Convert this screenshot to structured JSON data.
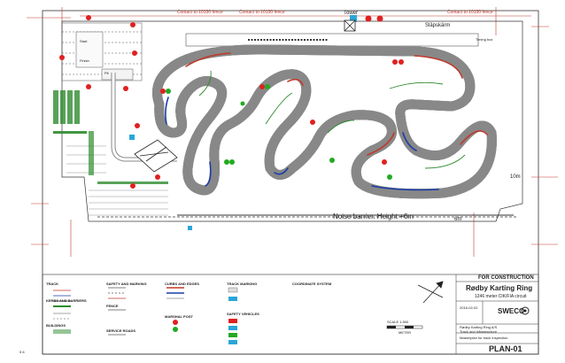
{
  "plan": {
    "top_note_left": "Contact to 10130 fence",
    "top_note_mid": "Contact to 10130 fence",
    "top_note_right": "Contact to 10130 fence",
    "tower_label": "Tower",
    "slapskarm_label": "Släpskärm",
    "timing_label": "Timing box",
    "noise_barrier_label": "Noise barrier. Height +6m",
    "distance_10m": "10m",
    "distance_6m": "6m",
    "sheet_corner_mark": "5 6",
    "start_label": "Start",
    "finish_label": "Finish",
    "pit_label": "Pit"
  },
  "legend": {
    "col1_title_top": "TRACK",
    "col1_title_mid": "KERBS AND BARRIERS",
    "col1_title_bottom": "BUILDINGS",
    "col2_title": "SAFETY AND MARKING",
    "col2_fence": "FENCE",
    "col2_service": "SERVICE ROADS",
    "col3_title": "CURBS AND EDGES",
    "col3_marshal": "MARSHAL POST",
    "col4_title": "TRACK MARKING",
    "col4_safety": "SAFETY VEHICLES",
    "col5_title": "COORDINATE SYSTEM"
  },
  "title_block": {
    "stamp": "FOR CONSTRUCTION",
    "project": "Rødby Karting Ring",
    "subtitle": "1246 meter CIK/FIA circuit",
    "firm": "SWECO",
    "description_1": "Rødby Karting Ring A/S",
    "description_2": "Track and infrastructure",
    "description_3": "Masterplan for track inspection",
    "drawing_no": "PLAN-01",
    "scale_label": "SCALE 1:500",
    "scale_unit": "METER",
    "date": "2016-02-02"
  },
  "colors": {
    "track_edge": "#555555",
    "kerb_red": "#c0392b",
    "kerb_blue": "#1a3da8",
    "grass_green": "#2e8b2e",
    "marshal_red": "#e02020",
    "marshal_green": "#22aa22",
    "building_blue": "#2aa6d8"
  }
}
